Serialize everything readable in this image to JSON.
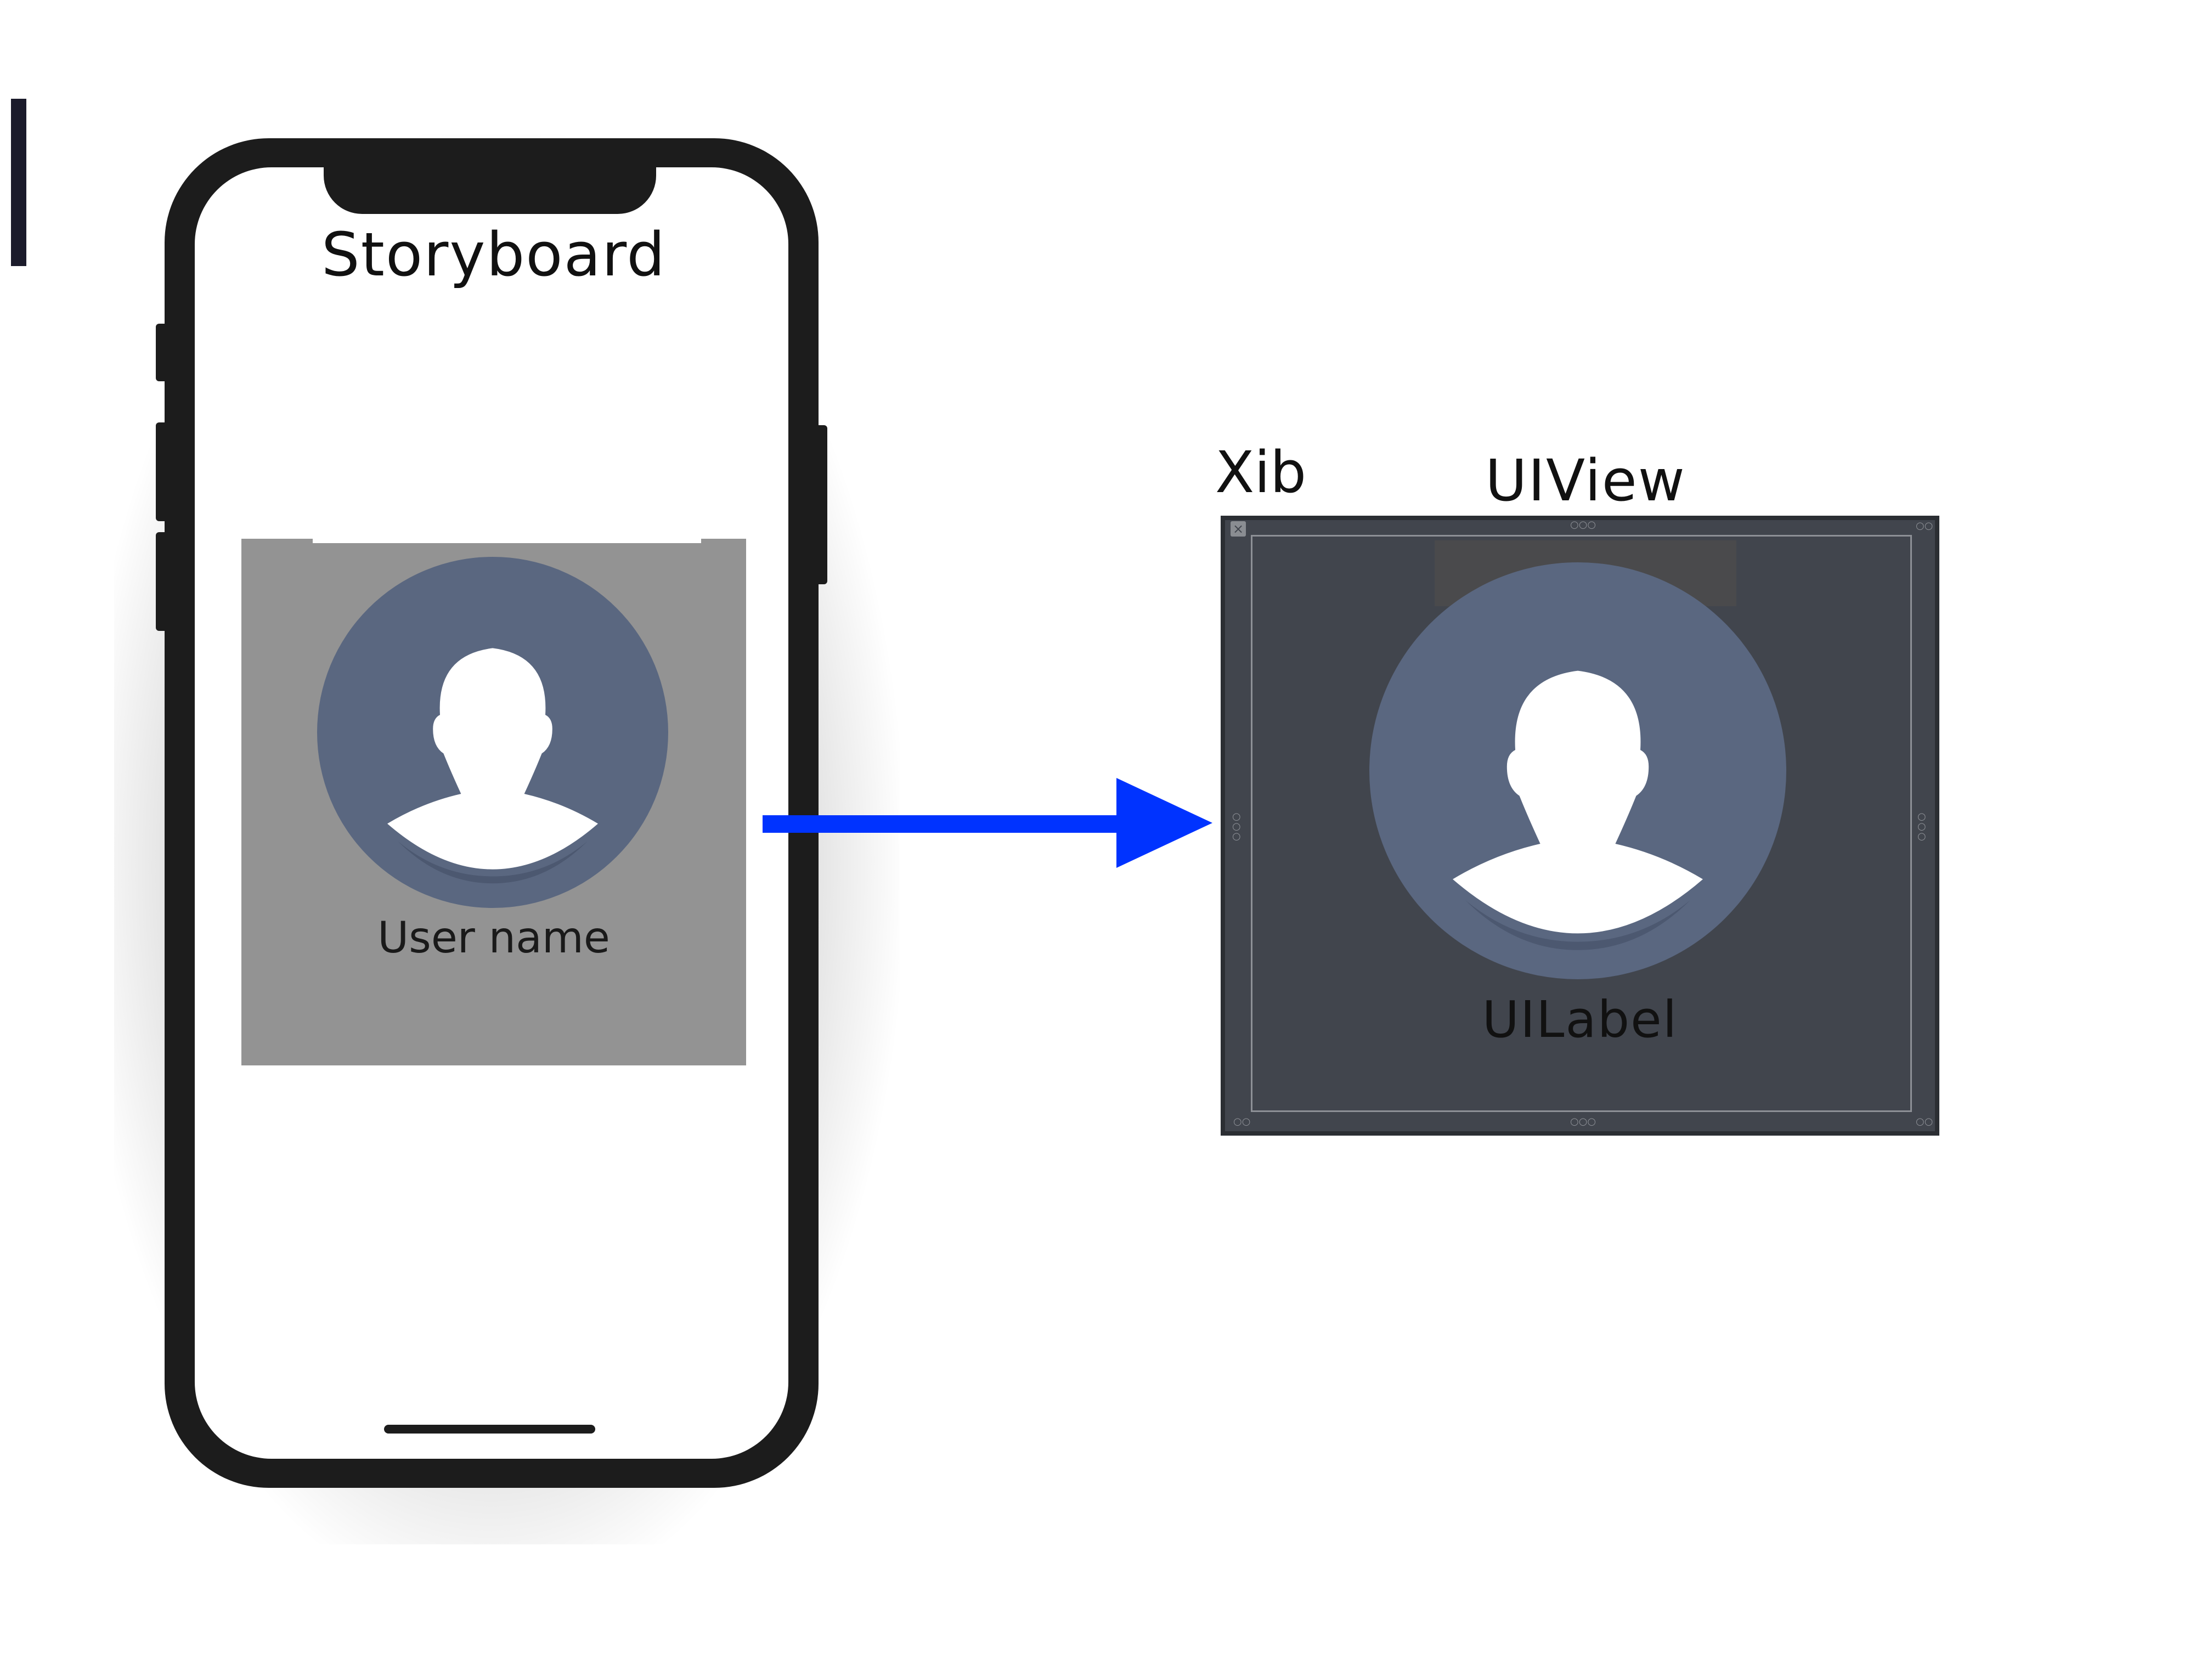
{
  "storyboard": {
    "title": "Storyboard",
    "card": {
      "label": "User name"
    }
  },
  "xib": {
    "title": "Xib",
    "view_title": "UIView",
    "label": "UILabel",
    "close_glyph": "×"
  },
  "colors": {
    "arrow": "#0033ff",
    "avatar_circle": "#5a6780",
    "avatar_silhouette": "#ffffff",
    "storyboard_card": "#939393",
    "xib_canvas": "#41454d",
    "phone_body": "#1c1c1c"
  },
  "icons": {
    "avatar": "user-avatar-icon",
    "arrow": "right-arrow-icon",
    "close": "close-icon"
  }
}
